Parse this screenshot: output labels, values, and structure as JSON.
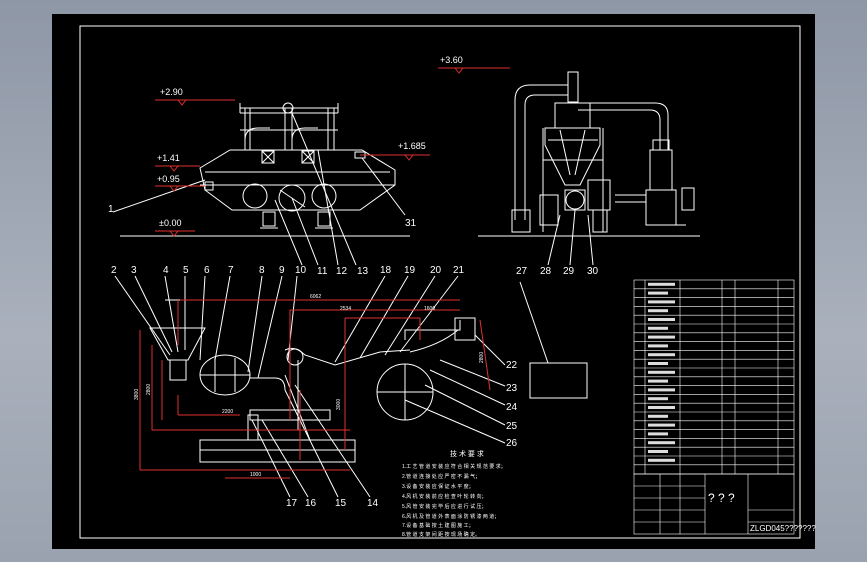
{
  "drawing": {
    "levels": [
      "+2.90",
      "+1.41",
      "+0.95",
      "±0.00",
      "+1.685",
      "+3.60"
    ],
    "callouts_top": [
      "1",
      "11",
      "12",
      "13",
      "31",
      "27",
      "28",
      "29",
      "30"
    ],
    "callouts_plan": [
      "2",
      "3",
      "4",
      "5",
      "6",
      "7",
      "8",
      "9",
      "10",
      "18",
      "19",
      "20",
      "21",
      "22",
      "23",
      "24",
      "25",
      "26",
      "17",
      "16",
      "15",
      "14"
    ],
    "dims": [
      "6062",
      "2534",
      "1600",
      "2800",
      "3800",
      "2800",
      "3000",
      "2200",
      "1000"
    ],
    "notes": {
      "title": "技 术 要 求",
      "lines": [
        "1.工 艺 管 道 安 装 应 符 合 相 关 规 范 要 求；",
        "2.管 道 连 接 处 应 严 密 不 漏 气；",
        "3.设 备 安 装 应 保 证 水 平 度；",
        "4.风 机 安 装 前 应 检 查 叶 轮 转 向；",
        "5.风 管 安 装 完 毕 后 应 进 行 试 压；",
        "6.风 机 及 管 道 外 表 面 涂 防 锈 漆 两 道；",
        "7.设 备 基 础 按 土 建 图 施 工；",
        "8.管 道 支 架 间 距 按 现 场 确 定。"
      ]
    },
    "title_block": {
      "marks": "? ? ?",
      "drawing_no": "ZLGD045???????"
    }
  }
}
